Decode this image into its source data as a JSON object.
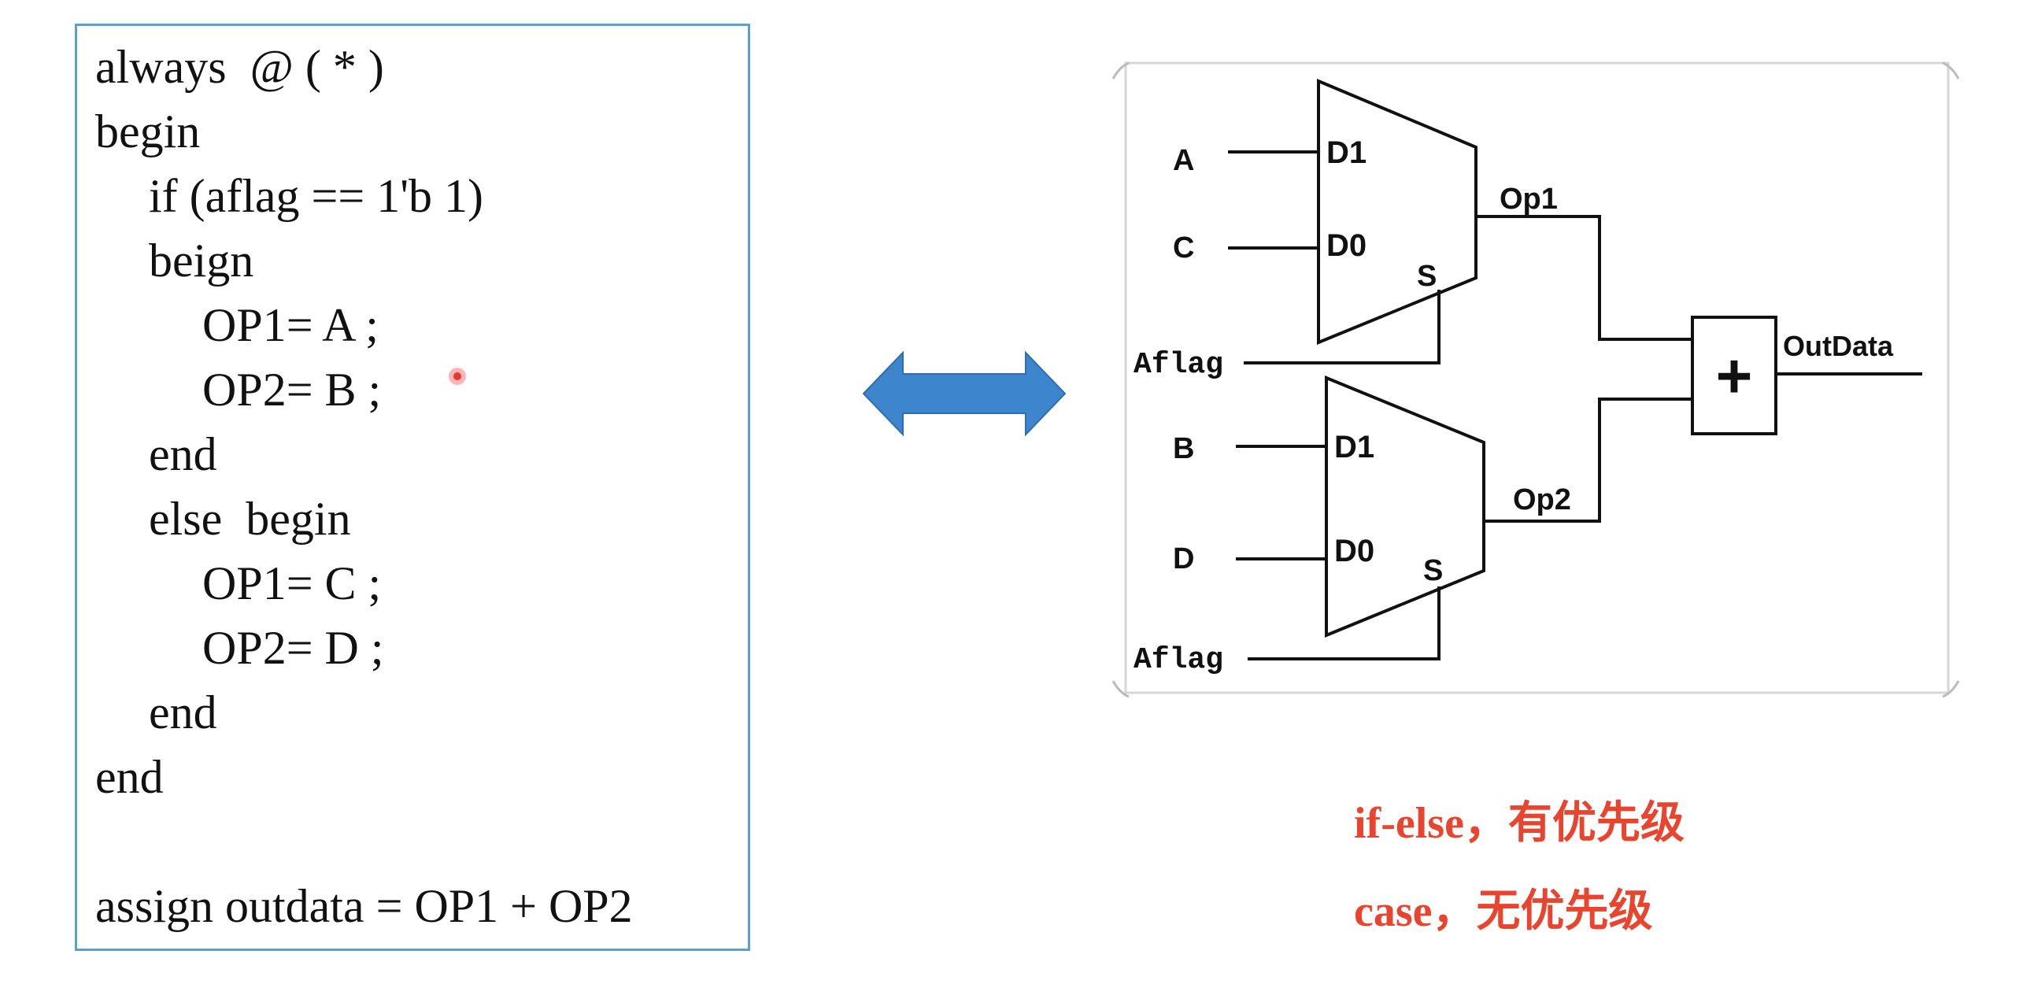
{
  "code": {
    "lines": [
      "always  @ ( * )",
      "begin",
      "if (aflag == 1'b 1)",
      "beign",
      "OP1= A ;",
      "OP2= B ;",
      "end",
      "else  begin",
      "OP1= C ;",
      "OP2= D ;",
      "end",
      "end",
      "assign outdata = OP1 + OP2"
    ]
  },
  "diagram": {
    "mux1": {
      "inputs": [
        "A",
        "C"
      ],
      "ports": [
        "D1",
        "D0"
      ],
      "select": "S",
      "select_signal": "Aflag",
      "output": "Op1"
    },
    "mux2": {
      "inputs": [
        "B",
        "D"
      ],
      "ports": [
        "D1",
        "D0"
      ],
      "select": "S",
      "select_signal": "Aflag",
      "output": "Op2"
    },
    "adder": {
      "symbol": "+",
      "output": "OutData"
    }
  },
  "notes": {
    "if_else": "if-else，有优先级",
    "case": "case，无优先级"
  },
  "colors": {
    "code_border": "#5a9fd4",
    "arrow": "#3d85cc",
    "note_text": "#e8442e"
  },
  "icons": {
    "arrow": "double-headed-arrow-icon",
    "cursor": "mouse-cursor-icon"
  }
}
